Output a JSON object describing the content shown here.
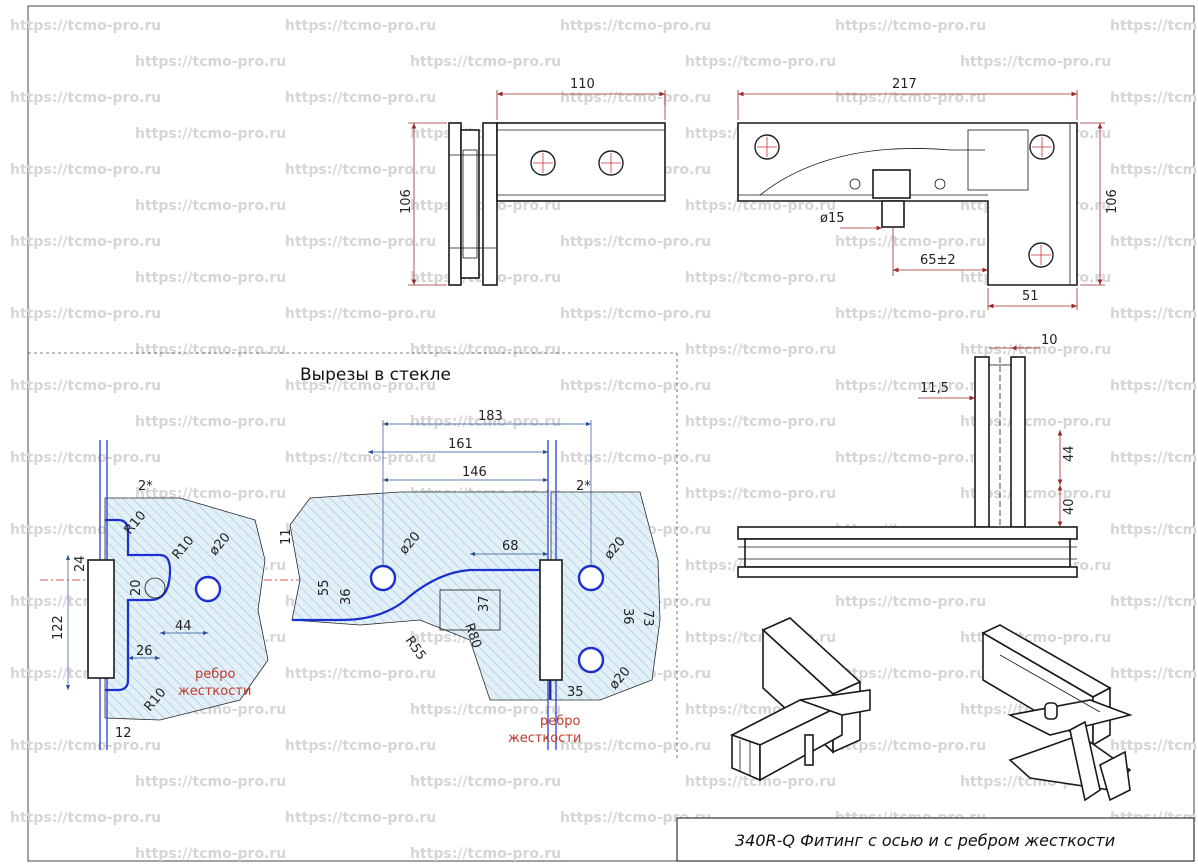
{
  "watermark": {
    "text": "https://tcmo-pro.ru"
  },
  "views": {
    "front": {
      "width_dim": "110",
      "height_dim": "106"
    },
    "top": {
      "width_dim": "217",
      "height_dim": "106",
      "pin_dia": "ø15",
      "pin_offset": "65±2",
      "leg_width": "51"
    },
    "side": {
      "thickness_dim": "10",
      "glass_gap": "11,5",
      "upper_dim": "44",
      "lower_dim": "40"
    }
  },
  "cutouts": {
    "title": "Вырезы в стекле",
    "dims": {
      "d183": "183",
      "d161": "161",
      "d146": "146",
      "d68": "68",
      "gap_left": "2*",
      "gap_right": "2*",
      "r10_top": "R10",
      "r10_inner": "R10",
      "r10_bottom": "R10",
      "hole_left": "ø20",
      "hole_mid": "ø20",
      "hole_right_top": "ø20",
      "hole_right_bottom": "ø20",
      "d24": "24",
      "d20": "20",
      "d122": "122",
      "d44": "44",
      "d26": "26",
      "d12": "12",
      "d11": "11",
      "d55": "55",
      "d36_left": "36",
      "d37": "37",
      "r55": "R55",
      "r80": "R80",
      "d36_right": "36",
      "d73": "73",
      "d35": "35"
    },
    "rib_label_left": [
      "ребро",
      "жесткости"
    ],
    "rib_label_right": [
      "ребро",
      "жесткости"
    ]
  },
  "title_block": {
    "text": "340R-Q  Фитинг с осью и с ребром жесткости"
  },
  "colors": {
    "dim_line": "#9c2a2a",
    "cut_outline": "#1c2fd0",
    "rib_label": "#c0392b",
    "hatch": "#7fb6d8"
  }
}
